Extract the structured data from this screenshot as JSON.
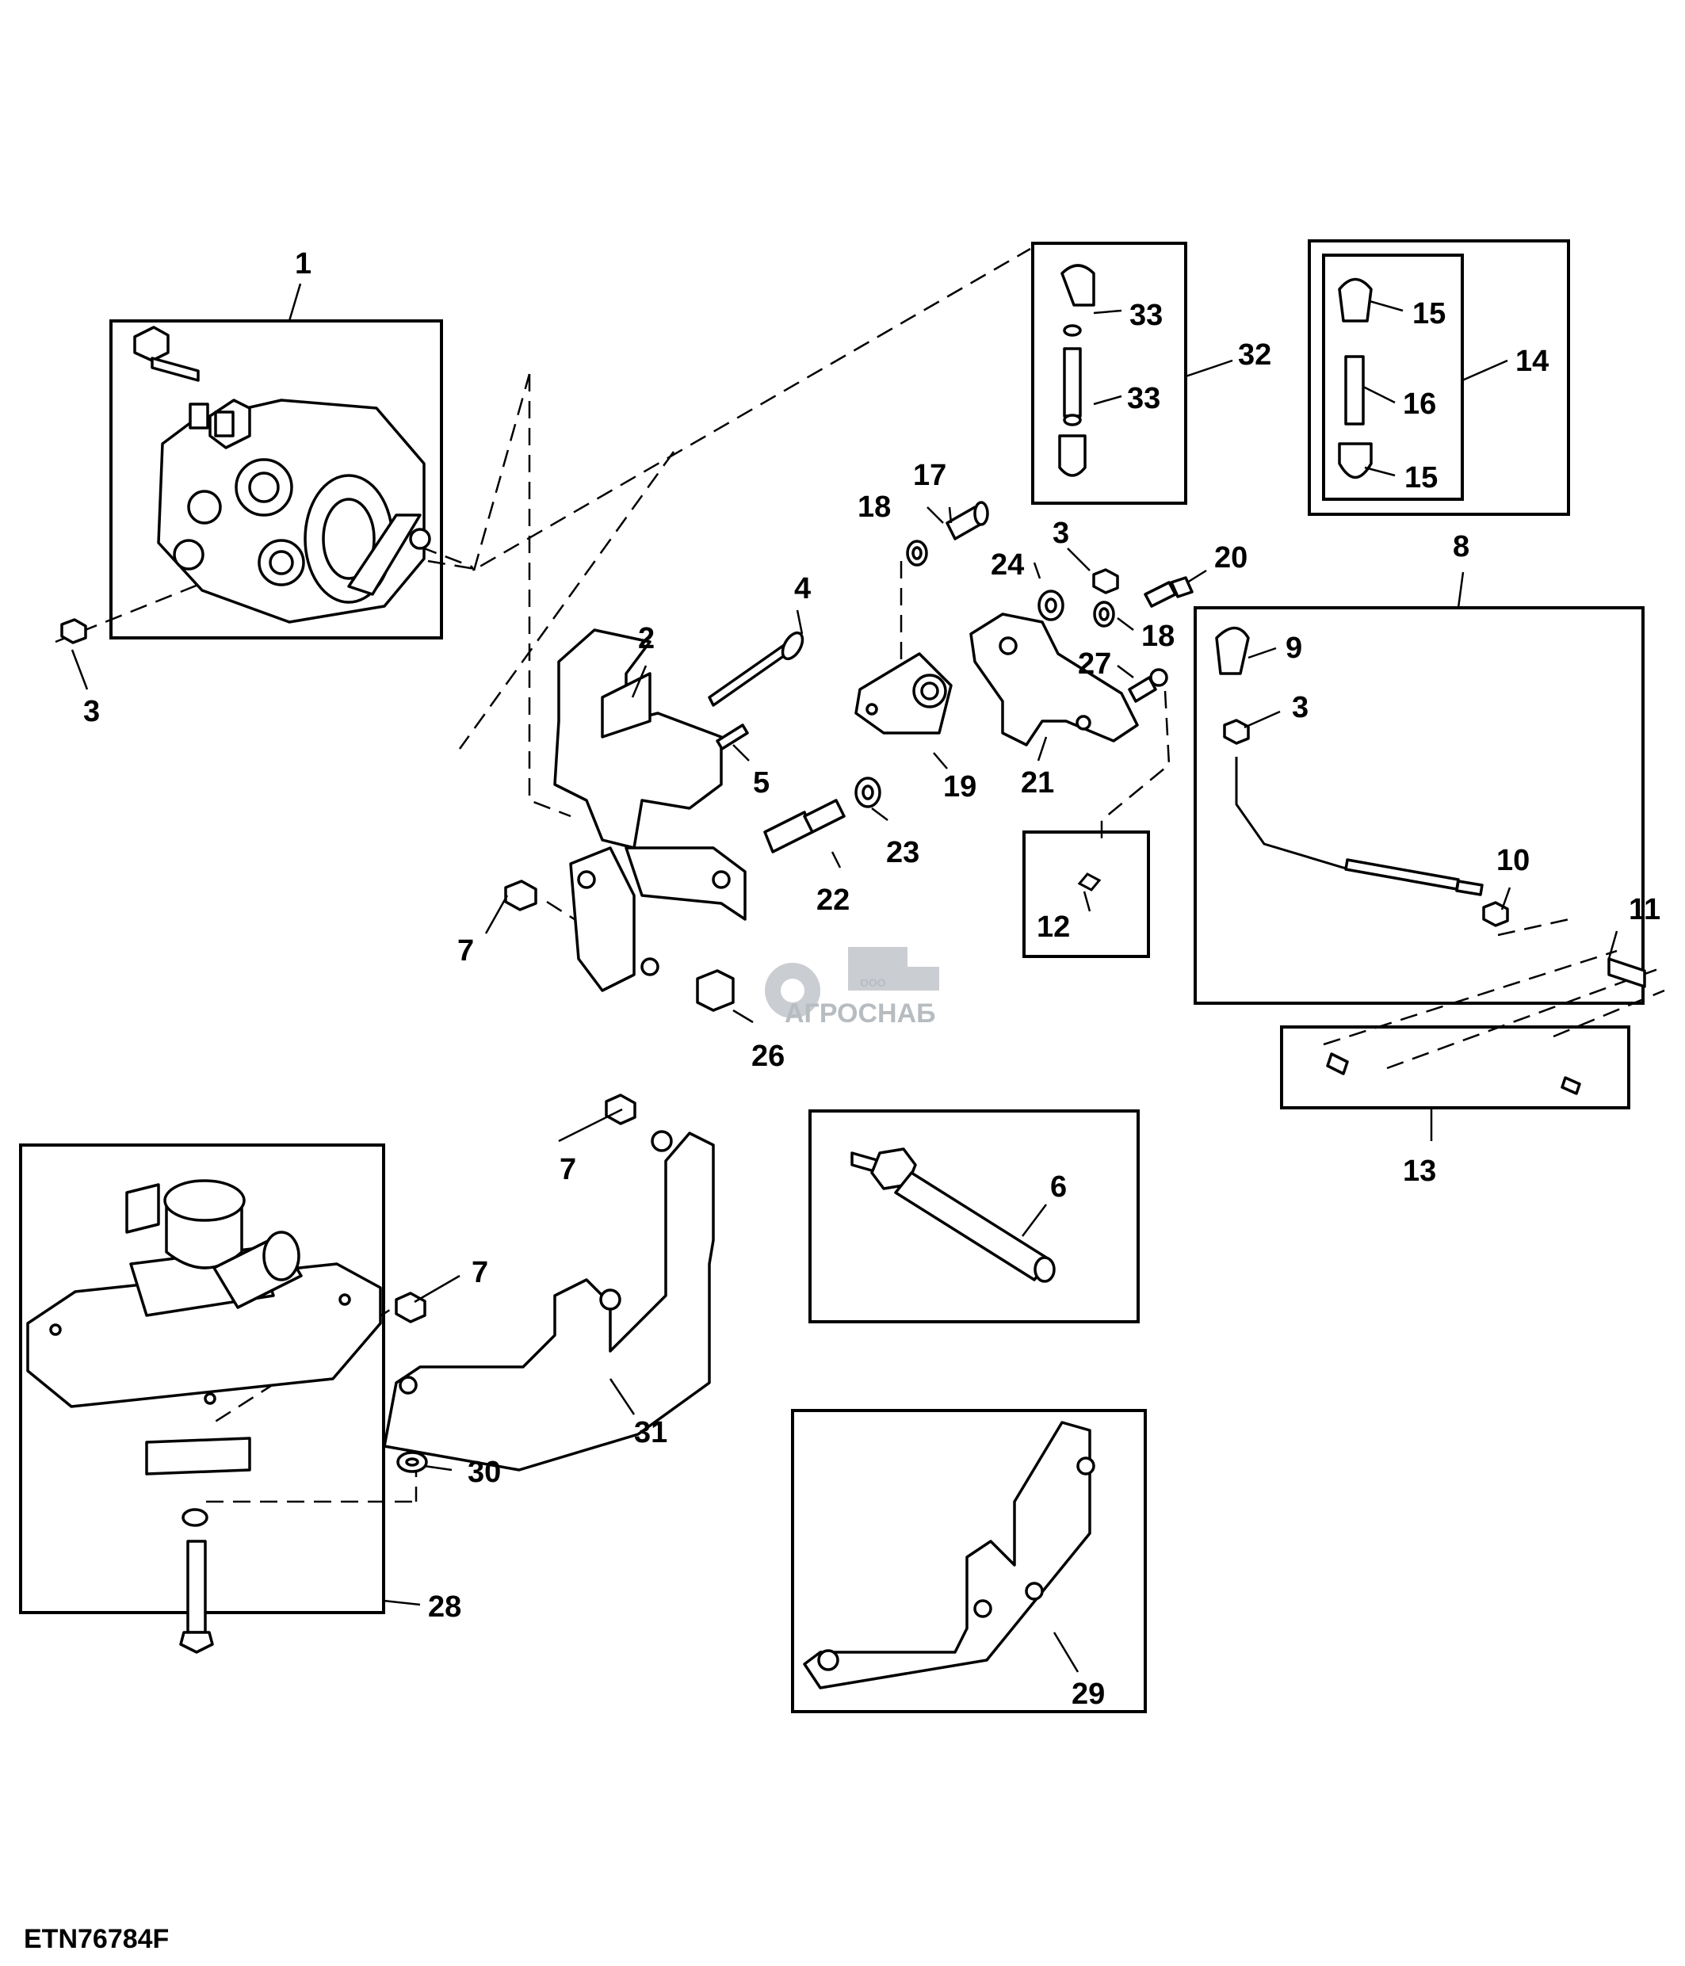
{
  "drawing_code": "ETN76784F",
  "watermark": {
    "small": "ООО",
    "brand": "АГРОСНАБ"
  },
  "callouts": {
    "c1": "1",
    "c2": "2",
    "c3a": "3",
    "c3b": "3",
    "c3c": "3",
    "c4": "4",
    "c5": "5",
    "c6": "6",
    "c7a": "7",
    "c7b": "7",
    "c7c": "7",
    "c8": "8",
    "c9": "9",
    "c10": "10",
    "c11": "11",
    "c12": "12",
    "c13": "13",
    "c14": "14",
    "c15a": "15",
    "c15b": "15",
    "c16": "16",
    "c17": "17",
    "c18a": "18",
    "c18b": "18",
    "c19": "19",
    "c20": "20",
    "c21": "21",
    "c22": "22",
    "c23": "23",
    "c24": "24",
    "c26": "26",
    "c27": "27",
    "c28": "28",
    "c29": "29",
    "c30": "30",
    "c31": "31",
    "c32": "32",
    "c33a": "33",
    "c33b": "33"
  }
}
